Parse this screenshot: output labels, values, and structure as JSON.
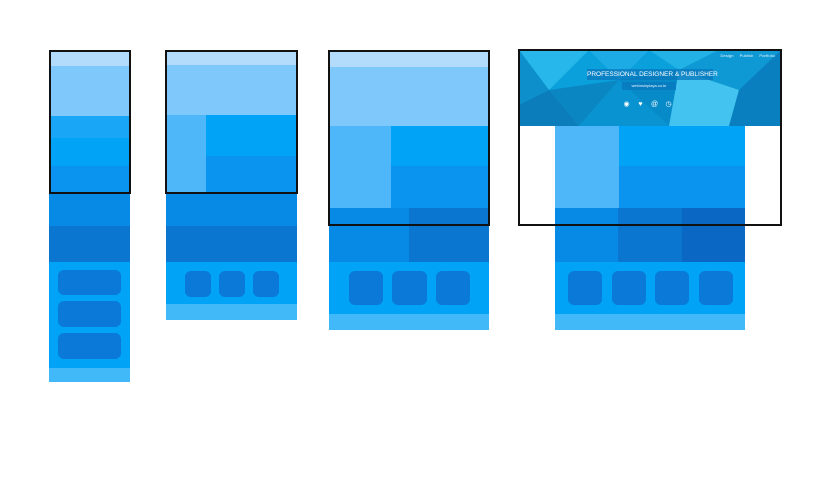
{
  "mockups": [
    {
      "name": "mobile-wireframe",
      "tile_count": 3
    },
    {
      "name": "small-tablet-wireframe",
      "tile_count": 3
    },
    {
      "name": "tablet-wireframe",
      "tile_count": 3
    },
    {
      "name": "desktop-wireframe",
      "tile_count": 4
    }
  ],
  "hero": {
    "nav": [
      "Design",
      "Publish",
      "Portfolio"
    ],
    "title": "PROFESSIONAL DESIGNER & PUBLISHER",
    "subtitle": "webinsinplaya.co.kr",
    "icons": [
      "target-icon",
      "heart-icon",
      "at-icon",
      "clock-icon"
    ]
  },
  "colors": {
    "top": "#b3dcfc",
    "light": "#7ec8fc",
    "mid": "#1aa6f6",
    "bright": "#00a3f5",
    "dark": "#0789e6",
    "navy": "#0b76cf",
    "tile": "#0a79d8",
    "frame": "#111111"
  }
}
